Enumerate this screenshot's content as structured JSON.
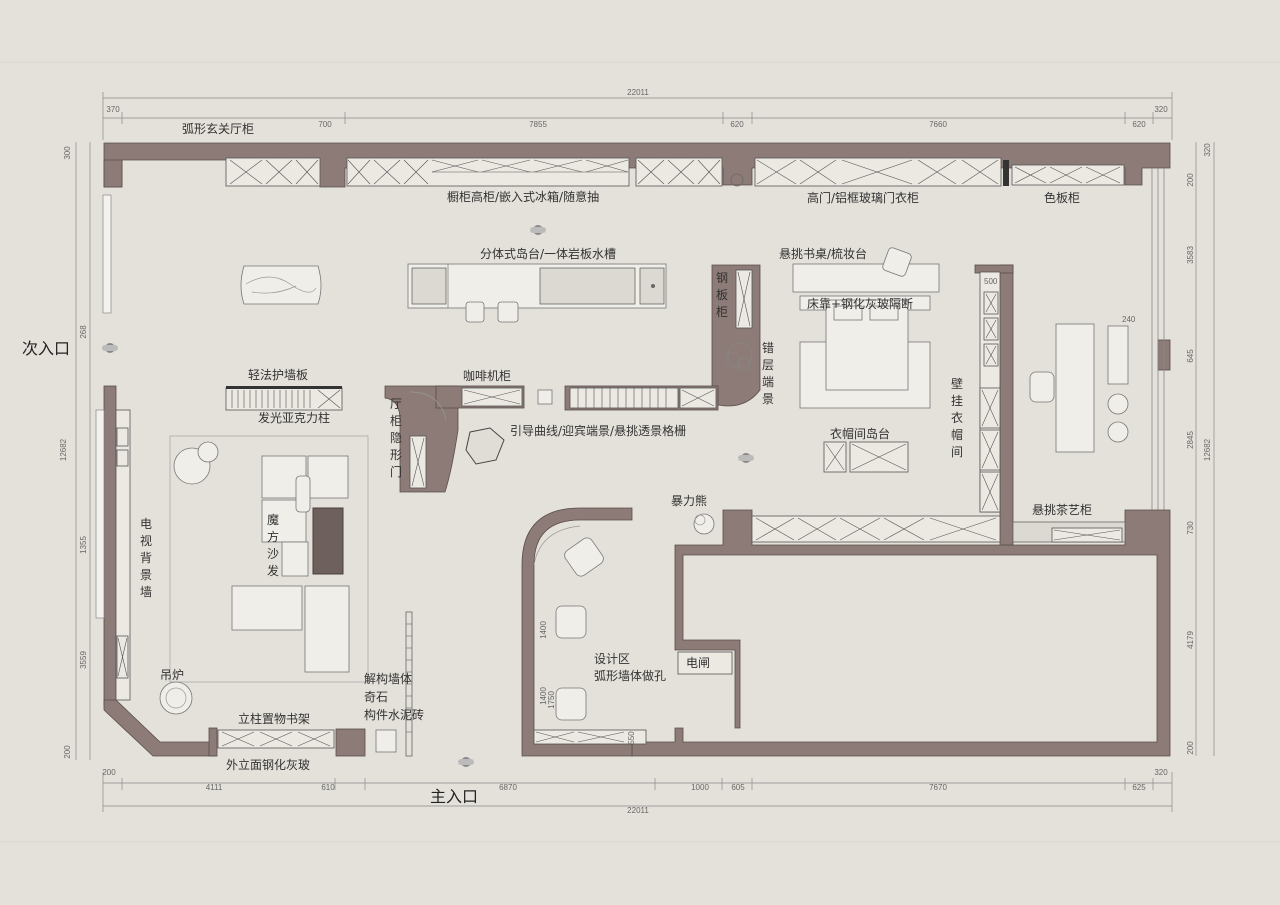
{
  "labels": {
    "arc_foyer_cabinet": "弧形玄关厅柜",
    "kitchen_tall_cabinet": "橱柜高柜/嵌入式冰箱/随意抽",
    "wardrobe": "高门/铝框玻璃门衣柜",
    "color_cabinet": "色板柜",
    "island": "分体式岛台/一体岩板水槽",
    "desk": "悬挑书桌/梳妆台",
    "steel_cabinet": "钢板柜",
    "bed_partition": "床靠+钢化灰玻隔断",
    "staggered_scene": "错层端景",
    "light_wall": "轻法护墙板",
    "acrylic_column": "发光亚克力柱",
    "coffee_cabinet": "咖啡机柜",
    "hall_cabinet_door": "厅柜隐形门",
    "guide_curve": "引导曲线/迎宾端景/悬挑透景格栅",
    "closet_island": "衣帽间岛台",
    "wall_closet": "壁挂衣帽间",
    "tv_wall": "电视背景墙",
    "rubik_sofa": "魔方沙发",
    "bear": "暴力熊",
    "tea_cabinet": "悬挑茶艺柜",
    "design_area": "设计区",
    "arc_wall_holes": "弧形墙体做孔",
    "electric_gate": "电闸",
    "pendant_stove": "吊炉",
    "deconstruct_wall": "解构墙体",
    "odd_stone": "奇石",
    "cement_brick": "构件水泥砖",
    "column_shelf": "立柱置物书架",
    "facade_glass": "外立面钢化灰玻",
    "secondary_entrance": "次入口",
    "main_entrance": "主入口"
  },
  "dims": {
    "total": "22011",
    "top_row": [
      "370",
      "700",
      "7855",
      "620",
      "7660",
      "620",
      "320"
    ],
    "bottom_row": [
      "200",
      "4111",
      "610",
      "6870",
      "1000",
      "605",
      "7670",
      "625",
      "320"
    ],
    "left_col": [
      "300",
      "268",
      "12682",
      "1355",
      "3559",
      "200"
    ],
    "right_col": [
      "320",
      "200",
      "3583",
      "645",
      "2845",
      "730",
      "4179",
      "200"
    ],
    "right_total": "12682",
    "inner": [
      "500",
      "240",
      "1400",
      "1400",
      "1750",
      "550"
    ]
  },
  "colors": {
    "background": "#e4e1da",
    "wall": "#8c7b77",
    "cabinet": "#ece9e3"
  }
}
